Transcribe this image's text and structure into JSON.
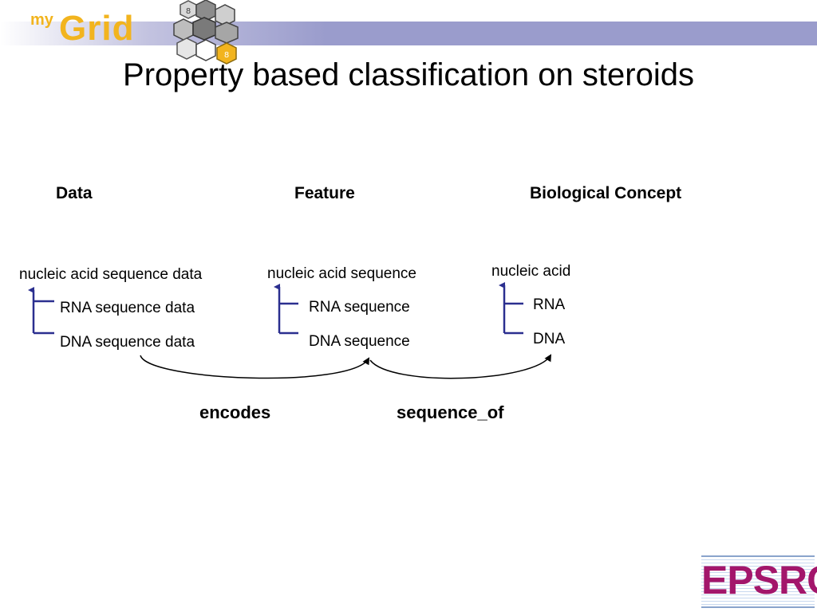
{
  "logo": {
    "my": "my",
    "grid": "Grid"
  },
  "title": "Property based classification on steroids",
  "columns": {
    "data": {
      "heading": "Data",
      "parent": "nucleic acid sequence data",
      "children": [
        "RNA sequence data",
        "DNA sequence data"
      ]
    },
    "feature": {
      "heading": "Feature",
      "parent": "nucleic acid sequence",
      "children": [
        "RNA sequence",
        "DNA sequence"
      ]
    },
    "concept": {
      "heading": "Biological Concept",
      "parent": "nucleic acid",
      "children": [
        "RNA",
        "DNA"
      ]
    }
  },
  "relations": [
    "encodes",
    "sequence_of"
  ],
  "footer_logo": "EPSRC",
  "colors": {
    "band": "#9a9ccc",
    "logo": "#f2b41e",
    "tree": "#2b2f8f",
    "epsrc": "#a3166b"
  }
}
